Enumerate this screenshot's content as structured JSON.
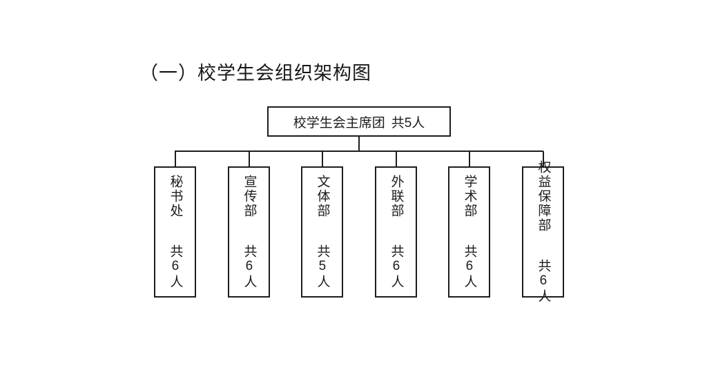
{
  "page": {
    "background": "#ffffff",
    "line_color": "#1c1c1c"
  },
  "title": "（一）校学生会组织架构图",
  "chart": {
    "type": "org-chart",
    "root": {
      "name": "校学生会主席团",
      "count": "共5人"
    },
    "departments": [
      {
        "name": "秘书处",
        "count": "共6人"
      },
      {
        "name": "宣传部",
        "count": "共6人"
      },
      {
        "name": "文体部",
        "count": "共5人"
      },
      {
        "name": "外联部",
        "count": "共6人"
      },
      {
        "name": "学术部",
        "count": "共6人"
      },
      {
        "name": "权益保障部",
        "count": "共6人"
      }
    ]
  }
}
